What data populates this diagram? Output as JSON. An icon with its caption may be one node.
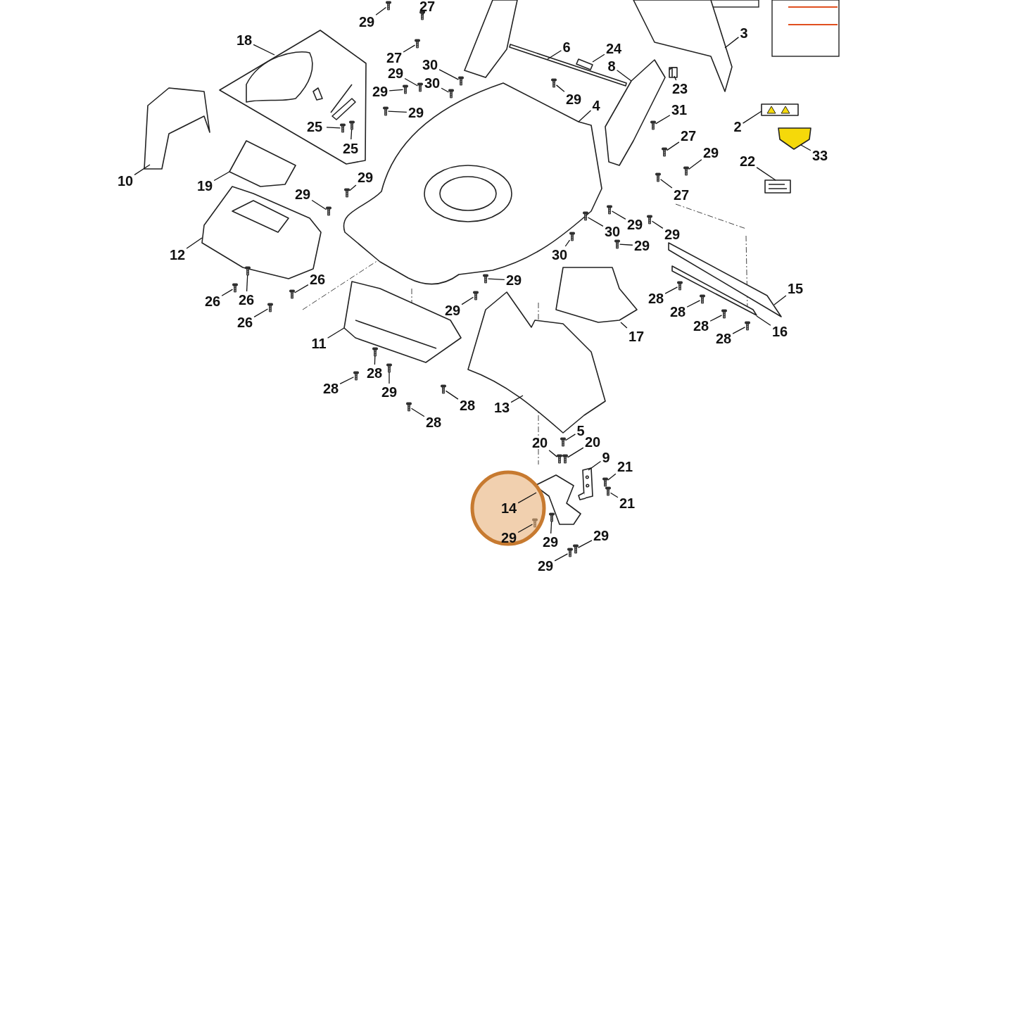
{
  "diagram": {
    "nodes": [
      {
        "text": [
          "29"
        ]
      },
      {
        "text": [
          "27"
        ]
      },
      {
        "text": [
          "18"
        ]
      },
      {
        "text": [
          "27"
        ]
      },
      {
        "text": [
          "30"
        ]
      },
      {
        "text": [
          "29"
        ]
      },
      {
        "text": [
          "30"
        ]
      },
      {
        "text": [
          "29"
        ]
      },
      {
        "text": [
          "29"
        ]
      },
      {
        "text": [
          "25"
        ],
        "in": 68
      },
      {
        "text": [
          "25"
        ],
        "in": 68
      },
      {
        "text": [
          "10"
        ]
      },
      {
        "text": [
          "19"
        ]
      },
      {
        "text": [
          "29"
        ]
      },
      {
        "text": [
          "29"
        ]
      },
      {
        "text": [
          "12"
        ]
      },
      {
        "text": [
          "26"
        ]
      },
      {
        "text": [
          "26"
        ]
      },
      {
        "text": [
          "26"
        ]
      },
      {
        "text": [
          "26"
        ]
      },
      {
        "text": [
          "6"
        ]
      },
      {
        "text": [
          "24"
        ]
      },
      {
        "text": [
          "3"
        ]
      },
      {
        "text": [
          "8"
        ]
      },
      {
        "text": [
          "29"
        ]
      },
      {
        "text": [
          "4"
        ]
      },
      {
        "text": [
          "23"
        ]
      },
      {
        "text": [
          "31"
        ]
      },
      {
        "text": [
          "27"
        ]
      },
      {
        "text": [
          "29"
        ]
      },
      {
        "text": [
          "27"
        ]
      },
      {
        "text": [
          "2"
        ]
      },
      {
        "text": [
          "33"
        ]
      },
      {
        "text": [
          "22"
        ]
      },
      {
        "text": [
          "29"
        ]
      },
      {
        "text": [
          "30"
        ]
      },
      {
        "text": [
          "29"
        ]
      },
      {
        "text": [
          "29"
        ]
      },
      {
        "text": [
          "30"
        ]
      },
      {
        "text": [
          "29"
        ]
      },
      {
        "text": [
          "29"
        ]
      },
      {
        "text": [
          "11"
        ]
      },
      {
        "text": [
          "13"
        ]
      },
      {
        "text": [
          "17"
        ]
      },
      {
        "text": [
          "15"
        ]
      },
      {
        "text": [
          "16"
        ]
      },
      {
        "text": [
          "28"
        ]
      },
      {
        "text": [
          "28"
        ]
      },
      {
        "text": [
          "28"
        ]
      },
      {
        "text": [
          "28"
        ]
      },
      {
        "text": [
          "28"
        ]
      },
      {
        "text": [
          "28"
        ]
      },
      {
        "text": [
          "29"
        ]
      },
      {
        "text": [
          "28"
        ]
      },
      {
        "text": [
          "28"
        ]
      },
      {
        "text": [
          "5"
        ]
      },
      {
        "text": [
          "20"
        ]
      },
      {
        "text": [
          "20"
        ]
      },
      {
        "text": [
          "9"
        ]
      },
      {
        "text": [
          "21"
        ]
      },
      {
        "text": [
          "21"
        ]
      },
      {
        "text": [
          "14"
        ]
      },
      {
        "text": [
          "29"
        ]
      },
      {
        "text": [
          "29"
        ]
      },
      {
        "text": [
          "29"
        ]
      },
      {
        "text": [
          "29"
        ]
      },
      {
        "text": [],
        "shape": "picture"
      },
      {
        "text": [],
        "shape": "picture"
      },
      {
        "text": [],
        "shape": "picture"
      },
      {
        "text": [],
        "shape": "picture"
      },
      {
        "text": [],
        "shape": "picture"
      },
      {
        "text": [],
        "shape": "picture"
      },
      {
        "text": [],
        "shape": "picture"
      },
      {
        "text": [],
        "shape": "picture"
      },
      {
        "text": [],
        "shape": "picture"
      },
      {
        "text": [],
        "shape": "picture",
        "in": 68
      },
      {
        "text": [],
        "shape": "picture",
        "in": 68
      },
      {
        "text": [],
        "shape": "picture"
      },
      {
        "text": [],
        "shape": "picture"
      },
      {
        "text": [],
        "shape": "picture"
      },
      {
        "text": [],
        "shape": "picture"
      },
      {
        "text": [],
        "shape": "picture"
      },
      {
        "text": [],
        "shape": "picture"
      },
      {
        "text": [],
        "shape": "picture"
      },
      {
        "text": [],
        "shape": "picture"
      },
      {
        "text": [],
        "shape": "picture"
      },
      {
        "text": [],
        "shape": "picture"
      },
      {
        "text": [],
        "shape": "picture"
      },
      {
        "text": [],
        "shape": "picture"
      },
      {
        "text": [],
        "shape": "picture"
      },
      {
        "text": [],
        "shape": "picture"
      },
      {
        "text": [],
        "shape": "picture"
      },
      {
        "text": [],
        "shape": "picture"
      },
      {
        "text": [],
        "shape": "picture"
      },
      {
        "text": [],
        "shape": "picture"
      },
      {
        "text": [],
        "shape": "picture"
      },
      {
        "text": [],
        "shape": "picture"
      },
      {
        "text": [],
        "shape": "picture"
      },
      {
        "text": [],
        "shape": "picture"
      },
      {
        "text": [],
        "shape": "picture"
      },
      {
        "text": [],
        "shape": "picture"
      },
      {
        "text": [],
        "shape": "picture"
      },
      {
        "text": [],
        "shape": "picture"
      },
      {
        "text": [],
        "shape": "picture"
      },
      {
        "text": [],
        "shape": "picture"
      },
      {
        "text": [],
        "shape": "picture"
      },
      {
        "text": [],
        "shape": "picture"
      },
      {
        "text": [],
        "shape": "picture"
      },
      {
        "text": [],
        "shape": "picture"
      },
      {
        "text": [],
        "shape": "picture"
      },
      {
        "text": [],
        "shape": "picture"
      },
      {
        "text": [],
        "shape": "picture"
      },
      {
        "text": [],
        "shape": "picture"
      },
      {
        "text": [],
        "shape": "picture"
      },
      {
        "text": [],
        "shape": "picture"
      },
      {
        "text": [],
        "shape": "picture"
      },
      {
        "text": [],
        "shape": "picture"
      },
      {
        "text": [],
        "shape": "picture"
      },
      {
        "text": [],
        "shape": "picture"
      },
      {
        "text": [],
        "shape": "picture"
      },
      {
        "text": [],
        "shape": "picture"
      },
      {
        "text": [],
        "shape": "picture"
      },
      {
        "text": [],
        "shape": "picture"
      },
      {
        "text": [],
        "shape": "picture"
      },
      {
        "text": [],
        "shape": "picture"
      },
      {
        "text": [],
        "shape": "picture"
      },
      {
        "text": [],
        "shape": "picture"
      },
      {
        "text": [],
        "shape": "picture"
      },
      {
        "text": [],
        "shape": "picture"
      },
      {
        "text": [],
        "shape": "picture"
      },
      {
        "text": [],
        "shape": "picture"
      },
      {
        "text": [],
        "shape": "picture"
      }
    ],
    "edges": [
      {
        "from": 0,
        "to": 66,
        "arrow": "none"
      },
      {
        "from": 1,
        "to": 67,
        "arrow": "none"
      },
      {
        "from": 2,
        "to": 68,
        "arrow": "none"
      },
      {
        "from": 3,
        "to": 69,
        "arrow": "none"
      },
      {
        "from": 4,
        "to": 70,
        "arrow": "none"
      },
      {
        "from": 5,
        "to": 71,
        "arrow": "none"
      },
      {
        "from": 6,
        "to": 72,
        "arrow": "none"
      },
      {
        "from": 7,
        "to": 73,
        "arrow": "none"
      },
      {
        "from": 8,
        "to": 74,
        "arrow": "none"
      },
      {
        "from": 9,
        "to": 75,
        "arrow": "none"
      },
      {
        "from": 10,
        "to": 76,
        "arrow": "none"
      },
      {
        "from": 11,
        "to": 77,
        "arrow": "none"
      },
      {
        "from": 12,
        "to": 78,
        "arrow": "none"
      },
      {
        "from": 13,
        "to": 79,
        "arrow": "none"
      },
      {
        "from": 14,
        "to": 80,
        "arrow": "none"
      },
      {
        "from": 15,
        "to": 81,
        "arrow": "none"
      },
      {
        "from": 16,
        "to": 82,
        "arrow": "none"
      },
      {
        "from": 17,
        "to": 83,
        "arrow": "none"
      },
      {
        "from": 18,
        "to": 84,
        "arrow": "none"
      },
      {
        "from": 19,
        "to": 85,
        "arrow": "none"
      },
      {
        "from": 20,
        "to": 86,
        "arrow": "none"
      },
      {
        "from": 21,
        "to": 87,
        "arrow": "none"
      },
      {
        "from": 22,
        "to": 88,
        "arrow": "none"
      },
      {
        "from": 23,
        "to": 89,
        "arrow": "none"
      },
      {
        "from": 24,
        "to": 90,
        "arrow": "none"
      },
      {
        "from": 25,
        "to": 91,
        "arrow": "none"
      },
      {
        "from": 26,
        "to": 92,
        "arrow": "none"
      },
      {
        "from": 27,
        "to": 93,
        "arrow": "none"
      },
      {
        "from": 28,
        "to": 94,
        "arrow": "none"
      },
      {
        "from": 29,
        "to": 95,
        "arrow": "none"
      },
      {
        "from": 30,
        "to": 96,
        "arrow": "none"
      },
      {
        "from": 31,
        "to": 97,
        "arrow": "none"
      },
      {
        "from": 32,
        "to": 98,
        "arrow": "none"
      },
      {
        "from": 33,
        "to": 99,
        "arrow": "none"
      },
      {
        "from": 34,
        "to": 100,
        "arrow": "none"
      },
      {
        "from": 35,
        "to": 101,
        "arrow": "none"
      },
      {
        "from": 36,
        "to": 102,
        "arrow": "none"
      },
      {
        "from": 37,
        "to": 103,
        "arrow": "none"
      },
      {
        "from": 38,
        "to": 104,
        "arrow": "none"
      },
      {
        "from": 39,
        "to": 105,
        "arrow": "none"
      },
      {
        "from": 40,
        "to": 106,
        "arrow": "none"
      },
      {
        "from": 41,
        "to": 107,
        "arrow": "none"
      },
      {
        "from": 42,
        "to": 108,
        "arrow": "none"
      },
      {
        "from": 43,
        "to": 109,
        "arrow": "none"
      },
      {
        "from": 44,
        "to": 110,
        "arrow": "none"
      },
      {
        "from": 45,
        "to": 111,
        "arrow": "none"
      },
      {
        "from": 46,
        "to": 112,
        "arrow": "none"
      },
      {
        "from": 47,
        "to": 113,
        "arrow": "none"
      },
      {
        "from": 48,
        "to": 114,
        "arrow": "none"
      },
      {
        "from": 49,
        "to": 115,
        "arrow": "none"
      },
      {
        "from": 50,
        "to": 116,
        "arrow": "none"
      },
      {
        "from": 51,
        "to": 117,
        "arrow": "none"
      },
      {
        "from": 52,
        "to": 118,
        "arrow": "none"
      },
      {
        "from": 53,
        "to": 119,
        "arrow": "none"
      },
      {
        "from": 54,
        "to": 120,
        "arrow": "none"
      },
      {
        "from": 55,
        "to": 121,
        "arrow": "none"
      },
      {
        "from": 56,
        "to": 122,
        "arrow": "none"
      },
      {
        "from": 57,
        "to": 123,
        "arrow": "none"
      },
      {
        "from": 58,
        "to": 124,
        "arrow": "none"
      },
      {
        "from": 59,
        "to": 125,
        "arrow": "none"
      },
      {
        "from": 60,
        "to": 126,
        "arrow": "none"
      },
      {
        "from": 61,
        "to": 127,
        "arrow": "none"
      },
      {
        "from": 62,
        "to": 128,
        "arrow": "none"
      },
      {
        "from": 63,
        "to": 129,
        "arrow": "none"
      },
      {
        "from": 64,
        "to": 130,
        "arrow": "none"
      },
      {
        "from": 65,
        "to": 131,
        "arrow": "none"
      }
    ]
  }
}
